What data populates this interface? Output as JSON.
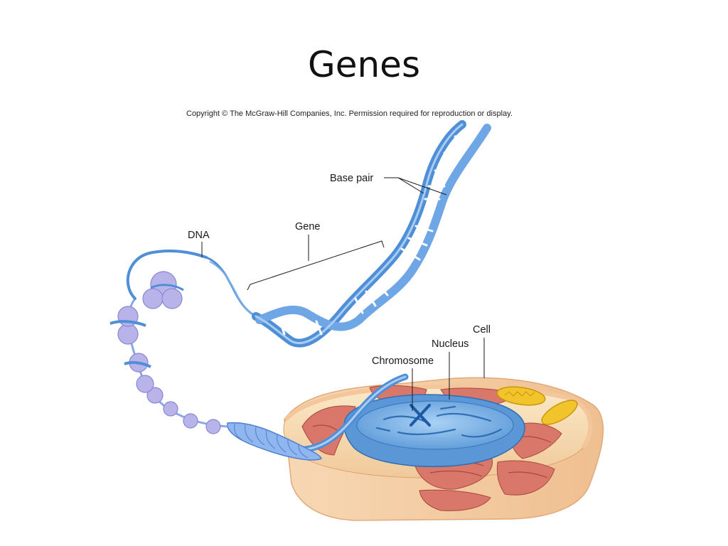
{
  "slide": {
    "title": "Genes",
    "copyright": "Copyright © The McGraw-Hill Companies, Inc. Permission required for reproduction or display."
  },
  "diagram": {
    "labels": {
      "base_pair": "Base pair",
      "dna": "DNA",
      "gene": "Gene",
      "cell": "Cell",
      "nucleus": "Nucleus",
      "chromosome": "Chromosome"
    }
  },
  "colors": {
    "dna_strand": "#4f8fd8",
    "dna_light": "#a9cdf2",
    "histone": "#b8b4ea",
    "cytoplasm": "#f6dfb6",
    "cell_membrane": "#f2b88a",
    "nucleus": "#7fb6ea",
    "organelle": "#d9786a",
    "mitochondria": "#f2c42c"
  }
}
